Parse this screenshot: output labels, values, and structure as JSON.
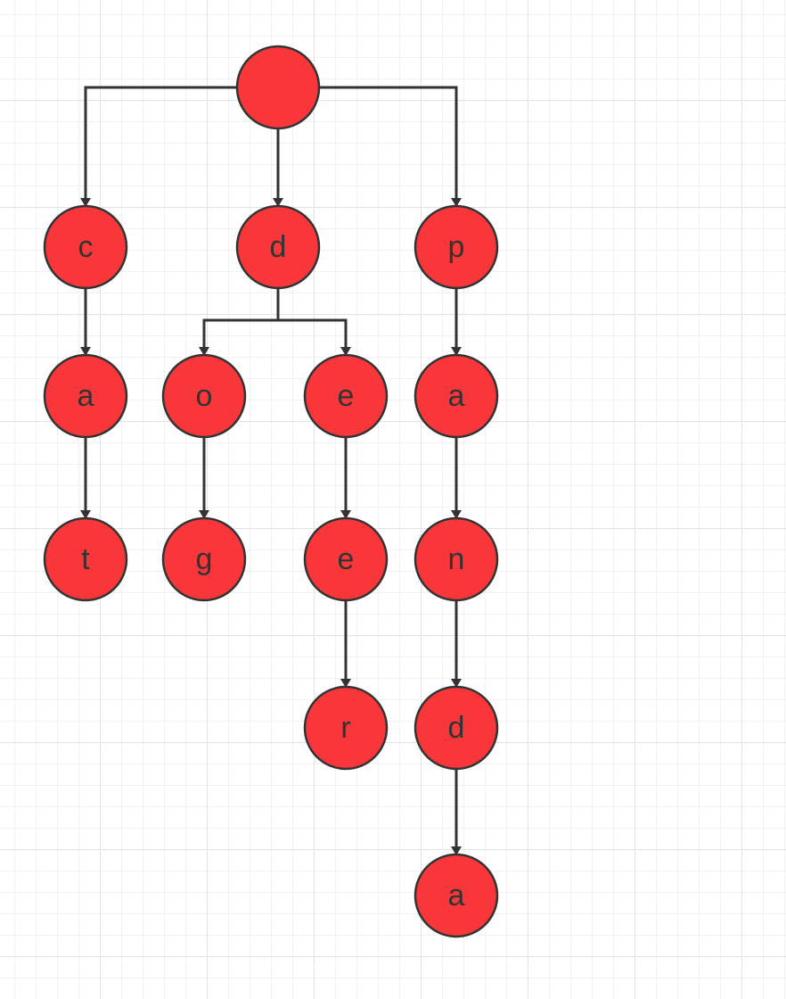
{
  "diagram": {
    "type": "trie",
    "colors": {
      "node_fill": "#f9373a",
      "node_stroke": "#333333",
      "edge": "#333333",
      "label": "#333333"
    },
    "nodes": [
      {
        "id": "root",
        "label": ""
      },
      {
        "id": "c",
        "label": "c"
      },
      {
        "id": "d",
        "label": "d"
      },
      {
        "id": "p",
        "label": "p"
      },
      {
        "id": "ca",
        "label": "a"
      },
      {
        "id": "cat",
        "label": "t"
      },
      {
        "id": "do",
        "label": "o"
      },
      {
        "id": "dog",
        "label": "g"
      },
      {
        "id": "de",
        "label": "e"
      },
      {
        "id": "dee",
        "label": "e"
      },
      {
        "id": "deer",
        "label": "r"
      },
      {
        "id": "pa",
        "label": "a"
      },
      {
        "id": "pan",
        "label": "n"
      },
      {
        "id": "pand",
        "label": "d"
      },
      {
        "id": "panda",
        "label": "a"
      }
    ],
    "edges": [
      [
        "root",
        "c"
      ],
      [
        "root",
        "d"
      ],
      [
        "root",
        "p"
      ],
      [
        "c",
        "ca"
      ],
      [
        "ca",
        "cat"
      ],
      [
        "d",
        "do"
      ],
      [
        "do",
        "dog"
      ],
      [
        "d",
        "de"
      ],
      [
        "de",
        "dee"
      ],
      [
        "dee",
        "deer"
      ],
      [
        "p",
        "pa"
      ],
      [
        "pa",
        "pan"
      ],
      [
        "pan",
        "pand"
      ],
      [
        "pand",
        "panda"
      ]
    ]
  }
}
